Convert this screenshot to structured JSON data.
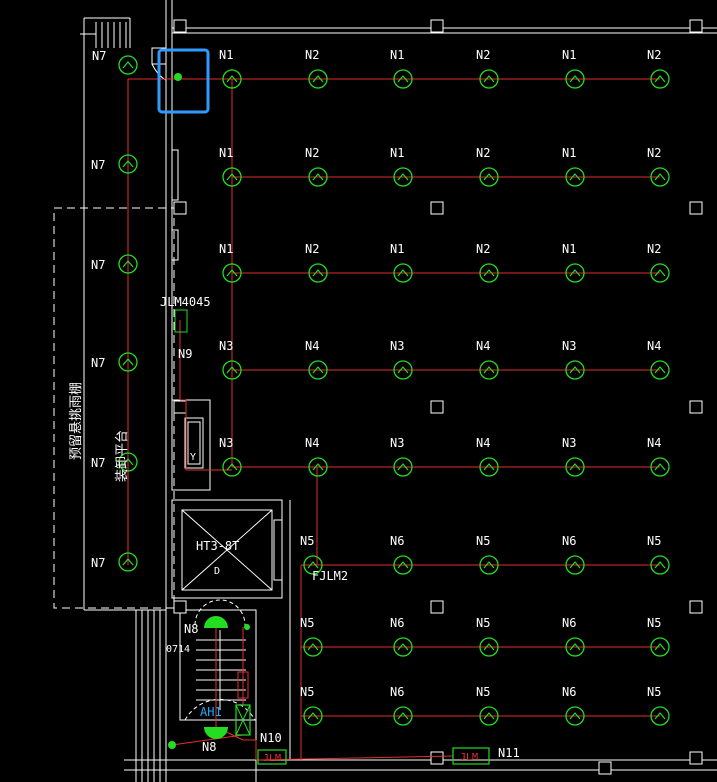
{
  "colors": {
    "background": "#000000",
    "wall": "#ffffff",
    "pipe": "#e03030",
    "sprinkler": "#22dd22",
    "cabinet": "#22dd22",
    "selection": "#2f9bff",
    "annotation": "#e03030"
  },
  "icons": {
    "sprinkler": "sprinkler-head-icon",
    "column": "column-square-icon",
    "hydrant": "fire-hydrant-icon"
  },
  "sprinkler_rows": [
    {
      "labels": [
        "N1",
        "N2",
        "N1",
        "N2",
        "N1",
        "N2"
      ]
    },
    {
      "labels": [
        "N1",
        "N2",
        "N1",
        "N2",
        "N1",
        "N2"
      ]
    },
    {
      "labels": [
        "N1",
        "N2",
        "N1",
        "N2",
        "N1",
        "N2"
      ]
    },
    {
      "labels": [
        "N3",
        "N4",
        "N3",
        "N4",
        "N3",
        "N4"
      ]
    },
    {
      "labels": [
        "N3",
        "N4",
        "N3",
        "N4",
        "N3",
        "N4"
      ]
    },
    {
      "labels": [
        "N5",
        "N6",
        "N5",
        "N6",
        "N5"
      ]
    },
    {
      "labels": [
        "N5",
        "N6",
        "N5",
        "N6",
        "N5"
      ]
    },
    {
      "labels": [
        "N5",
        "N6",
        "N5",
        "N6",
        "N5"
      ]
    }
  ],
  "left_column_labels": [
    "N7",
    "N7",
    "N7",
    "N7",
    "N7",
    "N7"
  ],
  "annotations": {
    "door_top": "JLM4045",
    "door_bottom": "FJLM2",
    "elevator_code": "HT3-8T",
    "elevator_sub": "D",
    "canopy_label": "预留悬挑雨棚",
    "platform_label": "装卸平台",
    "n9": "N9",
    "n8_top": "N8",
    "n8_bottom": "N8",
    "n10": "N10",
    "n11": "N11",
    "ah": "AH1",
    "jlm_bottom_a": "JLM",
    "jlm_bottom_b": "JLM",
    "stair_note": "0714",
    "y_mark": "Y",
    "n7_top": "N7"
  }
}
